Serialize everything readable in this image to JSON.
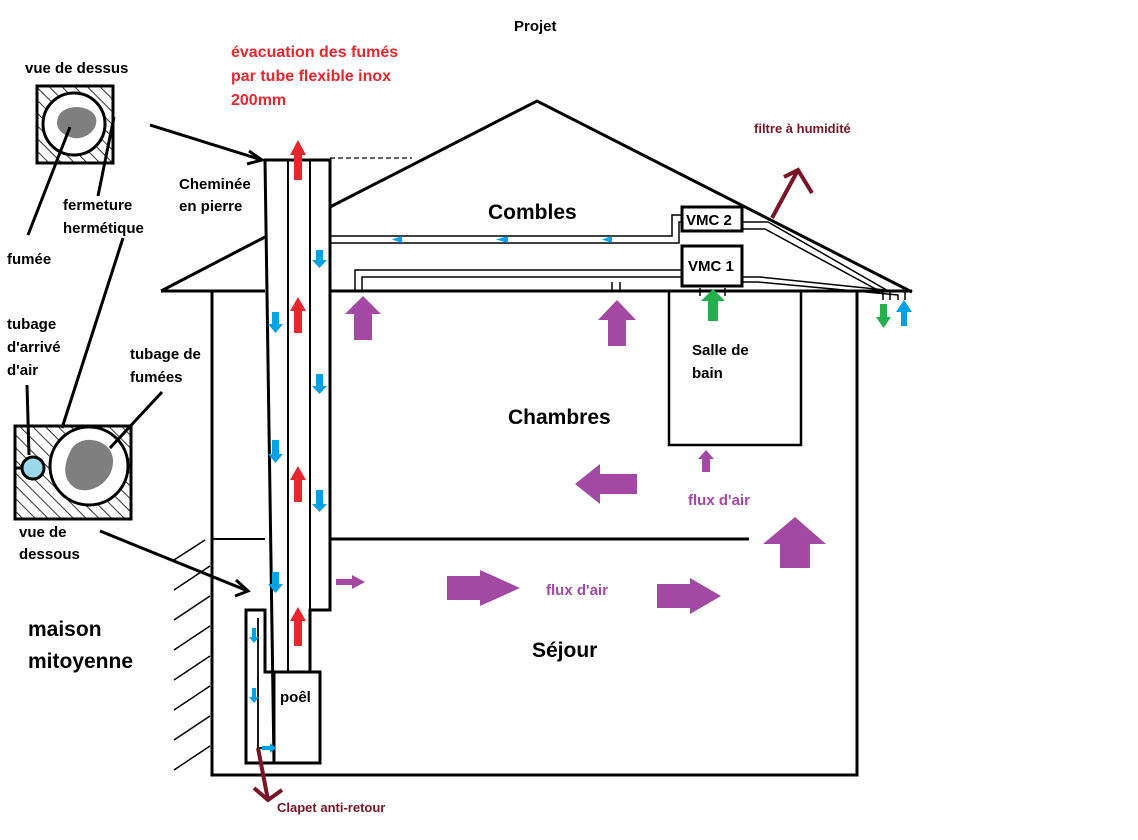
{
  "title": "Projet",
  "labels": {
    "vue_dessus": "vue de dessus",
    "evacuation_1": "évacuation des fumés",
    "evacuation_2": "par tube flexible inox",
    "evacuation_3": "200mm",
    "filtre": "filtre à humidité",
    "cheminee_1": "Cheminée",
    "cheminee_2": "en pierre",
    "fermeture_1": "fermeture",
    "fermeture_2": "hermétique",
    "fumee": "fumée",
    "combles": "Combles",
    "vmc2": "VMC 2",
    "vmc1": "VMC 1",
    "tubage_air_1": "tubage",
    "tubage_air_2": "d'arrivé",
    "tubage_air_3": "d'air",
    "tubage_fumees_1": "tubage de",
    "tubage_fumees_2": "fumées",
    "salle_de_bain_1": "Salle de",
    "salle_de_bain_2": "bain",
    "chambres": "Chambres",
    "flux_air_1": "flux d'air",
    "vue_dessous_1": "vue de",
    "vue_dessous_2": "dessous",
    "flux_air_2": "flux d'air",
    "maison_1": "maison",
    "maison_2": "mitoyenne",
    "sejour": "Séjour",
    "poel": "poêl",
    "clapet": "Clapet anti-retour"
  },
  "colors": {
    "red": "#e8262d",
    "dark_red": "#7a1526",
    "purple": "#a349a4",
    "blue": "#00a2e8",
    "green": "#22b14c",
    "smoke_gray": "#7f7f7f",
    "line": "#000000"
  }
}
